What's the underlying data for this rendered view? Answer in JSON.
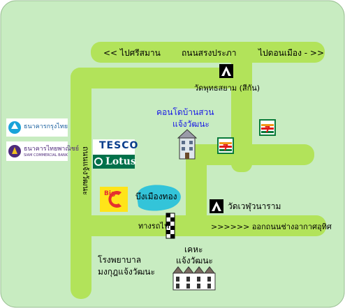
{
  "map": {
    "road_top_label_left": "<< ไปศรีสมาน",
    "road_top_label_mid": "ถนนสรงประภา",
    "road_top_label_right": "ไปดอนเมือง - >>",
    "road_left_label": "ถนนแจ้งวัฒนะ",
    "road_bottom_label": ">>>>>> ออกถนนช่างอากาศอุทิศ",
    "rail_label": "ทางรถไฟ",
    "temple_top": "วัดพุทธสยาม (สีกัน)",
    "temple_mid": "วัดเวฬุวนาราม",
    "condo_line1": "คอนโดบ้านสวน",
    "condo_line2": "แจ้งวัฒนะ",
    "pond_label": "บึงเมืองทอง",
    "hospital_line1": "โรงพยาบาล",
    "hospital_line2": "มงกุฎแจ้งวัฒนะ",
    "village_line1": "เคหะ",
    "village_line2": "แจ้งวัฒนะ",
    "bank1": "ธนาคารกรุงไทย",
    "bank2": "ธนาคารไทยพาณิชย์",
    "bank2_en": "SIAM COMMERCIAL BANK",
    "tesco_line1": "TESCO",
    "tesco_line2": "Lotus",
    "seven_eleven": "7 ELEVEN",
    "colors": {
      "background": "#c8ecc1",
      "road": "#b2e35a",
      "condo_text": "#1a1ae6",
      "pond": "#33c4d9",
      "bigc_red": "#e5302f",
      "bigc_yellow": "#ffe419",
      "tesco_blue": "#0a3d8c",
      "lotus_green": "#00704a",
      "seven_green": "#0a7a3a",
      "seven_red": "#e11a1a",
      "seven_orange": "#f39719"
    }
  }
}
